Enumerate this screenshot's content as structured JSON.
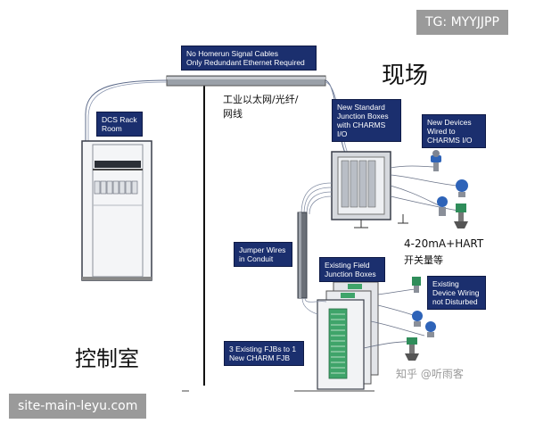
{
  "tags": {
    "top_right": "TG: MYYJJPP",
    "bottom_left": "site-main-leyu.com"
  },
  "labels": {
    "homerun": "No Homerun Signal Cables\nOnly Redundant Ethernet Required",
    "dcs_rack": "DCS Rack\nRoom",
    "new_jb": "New Standard\nJunction Boxes\nwith CHARMS\nI/O",
    "new_devices": "New Devices\nWired to\nCHARMS I/O",
    "jumper": "Jumper Wires\nin Conduit",
    "existing_fjb": "Existing Field\nJunction Boxes",
    "existing_wiring": "Existing\nDevice Wiring\nnot Disturbed",
    "three_fjb": "3 Existing FJBs to 1\nNew CHARM FJB"
  },
  "cn": {
    "field": "现场",
    "control_room": "控制室",
    "ethernet": "工业以太网/光纤/\n网线",
    "signals": "4-20mA+HART",
    "switch": "开关量等",
    "watermark": "知乎 @听雨客"
  },
  "colors": {
    "callout_bg": "#1b2f6e",
    "cable": "#5d6b8a",
    "tag_bg": "#9a9a9a",
    "device_blue": "#2e63b8",
    "device_green": "#2f8d5a",
    "terminal_green": "#3fa46a"
  }
}
